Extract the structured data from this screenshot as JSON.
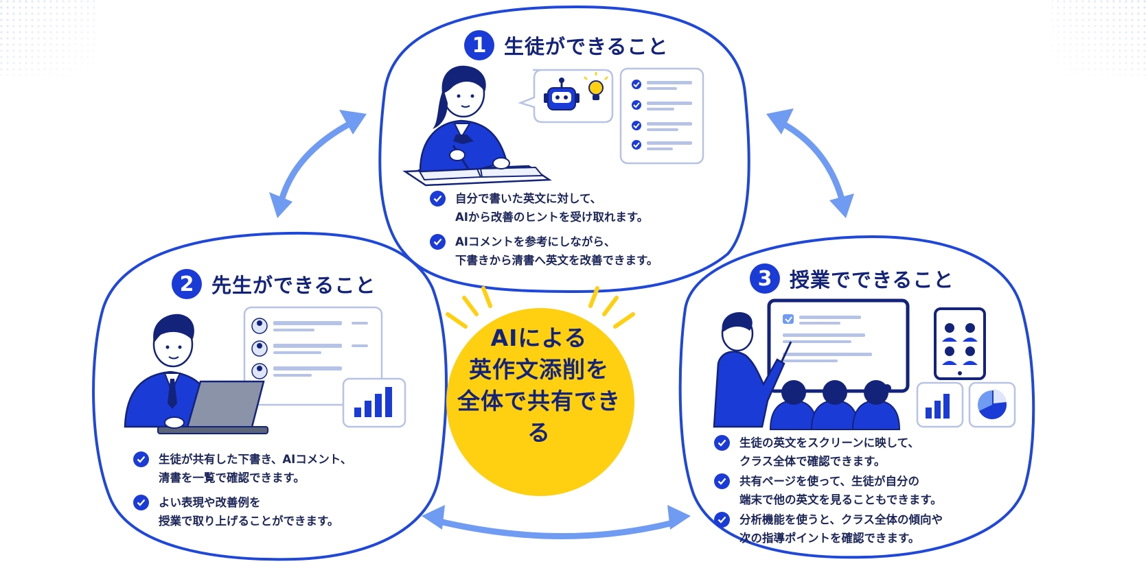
{
  "center": {
    "lines": [
      "AIによる",
      "英作文添削を",
      "全体で共有できる"
    ],
    "color": "#ffd012"
  },
  "colors": {
    "primary": "#1a3bd6",
    "navy": "#13237a",
    "border": "#1f48d8",
    "arrow": "#6f9bf2"
  },
  "panels": {
    "student": {
      "number": "1",
      "title": "生徒ができること",
      "icons": [
        "student-writing-illustration",
        "robot-icon",
        "lightbulb-icon",
        "checklist-icon"
      ],
      "bullets": [
        "自分で書いた英文に対して、\nAIから改善のヒントを受け取れます。",
        "AIコメントを参考にしながら、\n下書きから清書へ英文を改善できます。"
      ]
    },
    "teacher": {
      "number": "2",
      "title": "先生ができること",
      "icons": [
        "teacher-laptop-illustration",
        "student-list-icon",
        "bar-chart-icon"
      ],
      "bullets": [
        "生徒が共有した下書き、AIコメント、\n清書を一覧で確認できます。",
        "よい表現や改善例を\n授業で取り上げることができます。"
      ]
    },
    "class": {
      "number": "3",
      "title": "授業でできること",
      "icons": [
        "teacher-presenting-illustration",
        "screen-icon",
        "tablet-icon",
        "bar-chart-icon",
        "pie-chart-icon"
      ],
      "bullets": [
        "生徒の英文をスクリーンに映して、\nクラス全体で確認できます。",
        "共有ページを使って、生徒が自分の\n端末で他の英文を見ることもできます。",
        "分析機能を使うと、クラス全体の傾向や\n次の指導ポイントを確認できます。"
      ]
    }
  }
}
